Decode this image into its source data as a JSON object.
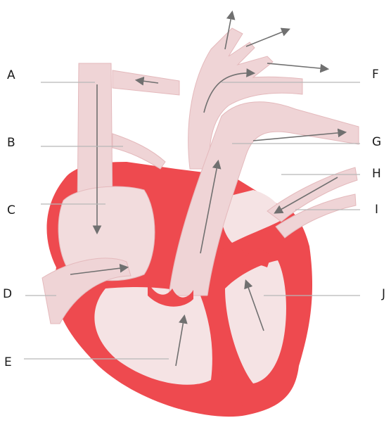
{
  "labels": {
    "a": "A",
    "b": "B",
    "c": "C",
    "d": "D",
    "e": "E",
    "f": "F",
    "g": "G",
    "h": "H",
    "i": "I",
    "j": "J"
  },
  "colors": {
    "muscle": "#ee4a4f",
    "vessel": "#efd4d6",
    "chamber": "#f7eaeb",
    "arrow": "#707070",
    "leader": "#b8b8b8",
    "text": "#1a1a1a"
  }
}
